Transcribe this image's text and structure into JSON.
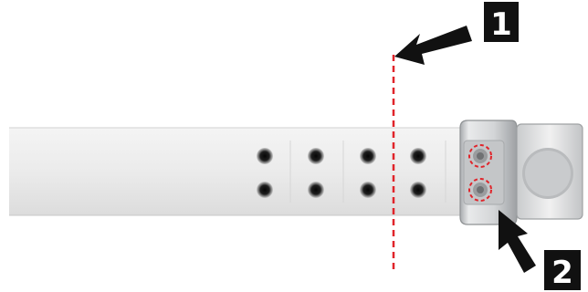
{
  "callouts": [
    {
      "label": "1"
    },
    {
      "label": "2"
    }
  ],
  "colors": {
    "bar_fill": "#ebebeb",
    "dashed_line": "#e0242a",
    "callout_box": "#111111",
    "arrow": "#111111",
    "metal_clip": "#cfd1d3",
    "hole": "#222222"
  },
  "icons": [
    "rail-bar",
    "mounting-hole",
    "metal-end-clip",
    "end-cap-disc",
    "arrow",
    "dashed-cut-line",
    "dashed-circle-highlight"
  ]
}
